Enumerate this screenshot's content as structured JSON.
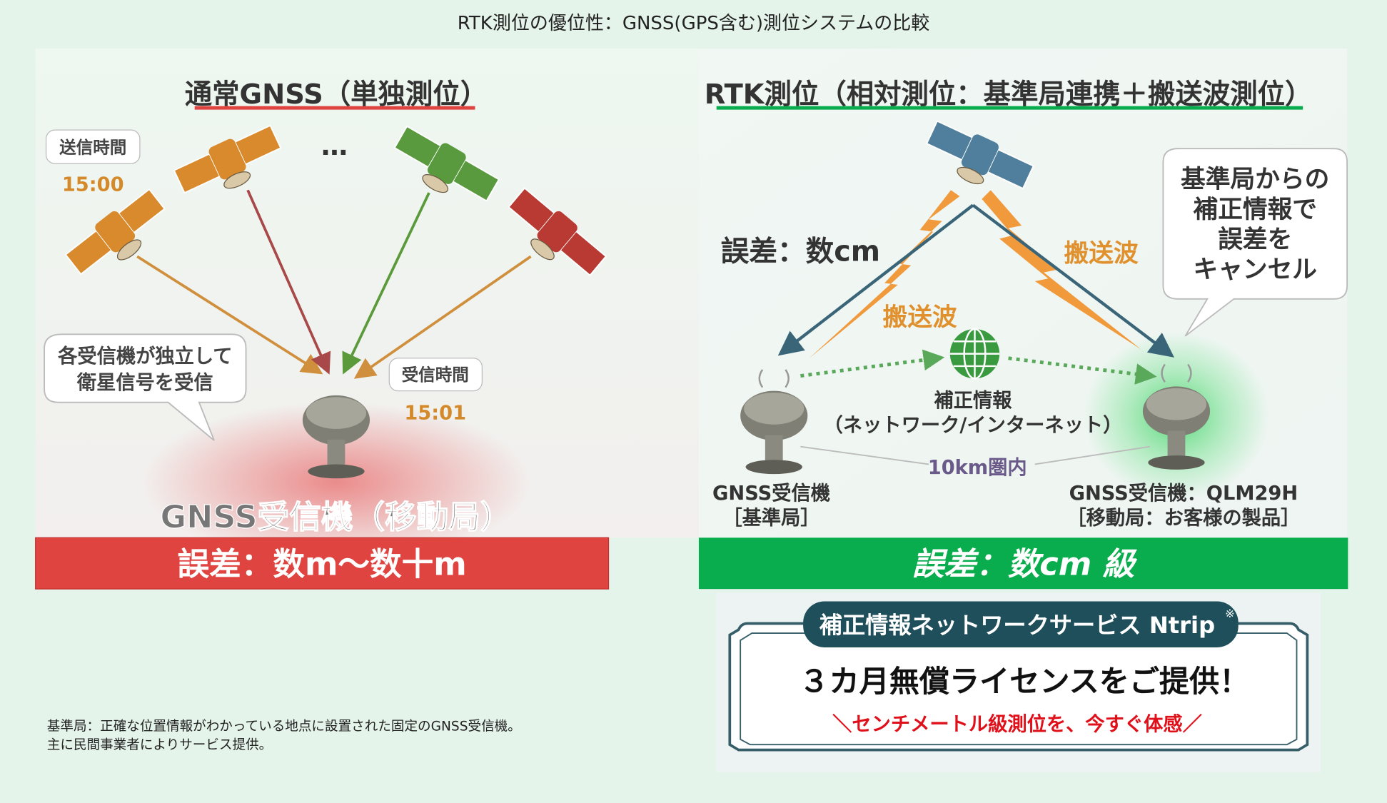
{
  "title": "RTK測位の優位性：GNSS(GPS含む)測位システムの比較",
  "left": {
    "heading": "通常GNSS（単独測位）",
    "send_time_label": "送信時間",
    "send_time": "15:00",
    "ellipsis": "…",
    "bubble_lines": [
      "各受信機が独立して",
      "衛星信号を受信"
    ],
    "receive_time_label": "受信時間",
    "receive_time": "15:01",
    "receiver_label": "GNSS受信機（移動局）",
    "error_banner": "誤差：数m〜数十m",
    "accent": "#e04440"
  },
  "right": {
    "heading": "RTK測位（相対測位：基準局連携＋搬送波測位）",
    "error_label": "誤差：数cm",
    "carrier_wave_1": "搬送波",
    "carrier_wave_2": "搬送波",
    "bubble_lines": [
      "基準局からの",
      "補正情報で",
      "誤差を",
      "キャンセル"
    ],
    "correction_label": "補正情報",
    "network_label": "（ネットワーク/インターネット）",
    "range_label": "10km圏内",
    "base_label": [
      "GNSS受信機",
      "［基準局］"
    ],
    "rover_label": [
      "GNSS受信機：QLM29H",
      "［移動局：お客様の製品］"
    ],
    "error_banner": "誤差：数cm 級",
    "accent": "#0aad4e"
  },
  "promo": {
    "header": "補正情報ネットワークサービス Ntrip",
    "header_mark": "※",
    "headline": "３カ月無償ライセンスをご提供！",
    "subline": "＼センチメートル級測位を、今すぐ体感／"
  },
  "footnote": [
    "基準局：正確な位置情報がわかっている地点に設置された固定のGNSS受信機。",
    "主に民間事業者によりサービス提供。"
  ]
}
